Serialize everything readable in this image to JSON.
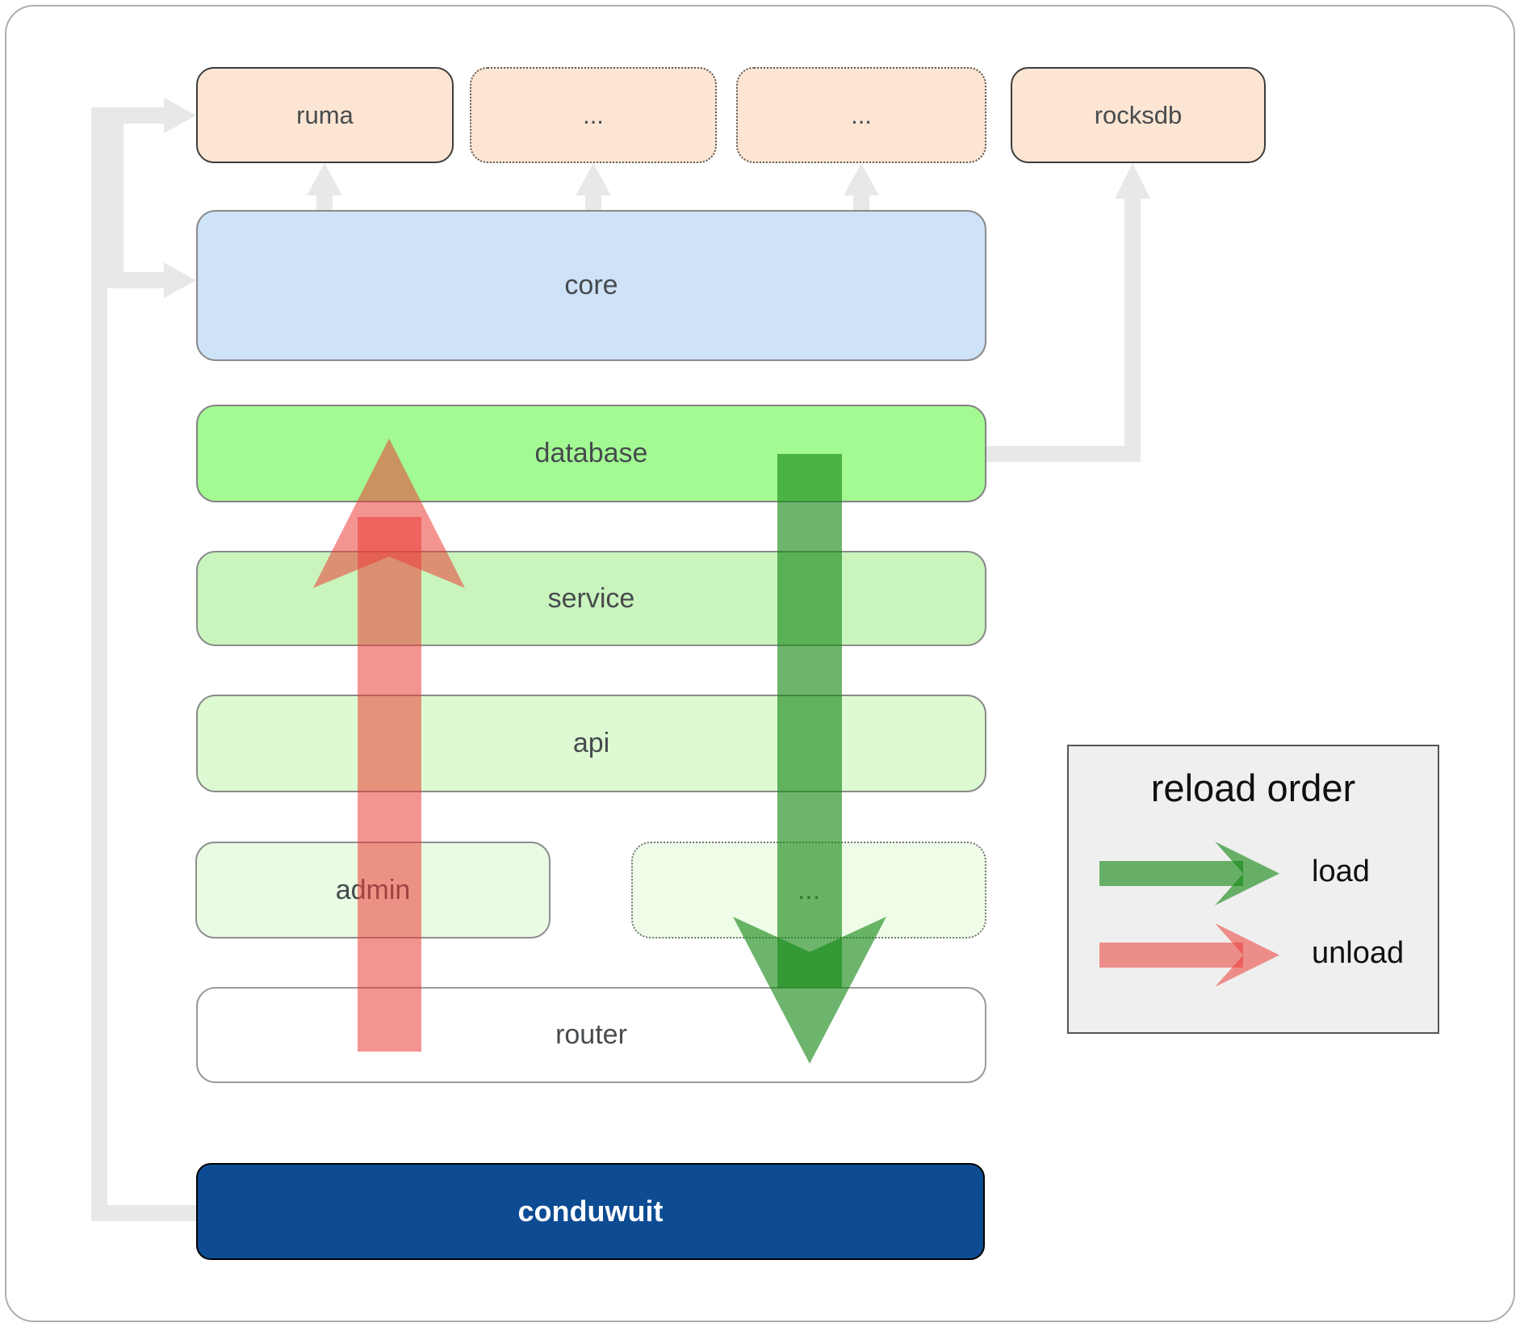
{
  "diagram": {
    "top_row": [
      {
        "id": "ruma",
        "label": "ruma",
        "border": "solid"
      },
      {
        "id": "ellipsis-1",
        "label": "...",
        "border": "dotted"
      },
      {
        "id": "ellipsis-2",
        "label": "...",
        "border": "dotted"
      },
      {
        "id": "rocksdb",
        "label": "rocksdb",
        "border": "solid"
      }
    ],
    "layers": {
      "core": {
        "label": "core"
      },
      "database": {
        "label": "database"
      },
      "service": {
        "label": "service"
      },
      "api": {
        "label": "api"
      },
      "router": {
        "label": "router"
      }
    },
    "sub_row": [
      {
        "id": "admin",
        "label": "admin"
      },
      {
        "id": "ellipsis-3",
        "label": "..."
      }
    ],
    "base": {
      "id": "conduwuit",
      "label": "conduwuit"
    }
  },
  "legend": {
    "title": "reload order",
    "items": [
      {
        "label": "load",
        "color_key": "load_green"
      },
      {
        "label": "unload",
        "color_key": "unload_red"
      }
    ]
  },
  "colors": {
    "box_peach": "#fce6d3",
    "core_blue": "#cee2f8",
    "database_green": "#a3fa93",
    "service_green": "#c9f5bd",
    "api_green": "#ddfad2",
    "admin_green": "#eafbe3",
    "sub_green": "#eefce8",
    "router_white": "#ffffff",
    "conduwuit_blue": "#0d4c93",
    "connector_gray": "#e8e8e8",
    "load_green": "rgba(20,135,20,0.62)",
    "unload_red": "rgba(235,60,55,0.55)",
    "legend_bg": "#efefef"
  }
}
